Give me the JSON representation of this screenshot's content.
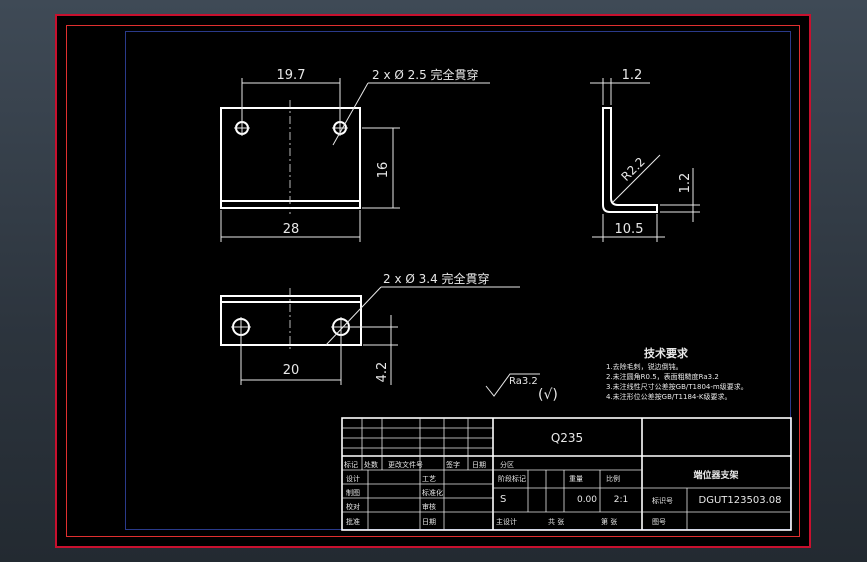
{
  "dimensions": {
    "front_width_top": "19.7",
    "front_holes": "2 x Ø  2.5 完全貫穿",
    "front_height": "16",
    "front_width": "28",
    "side_thickness": "1.2",
    "side_radius": "R2.2",
    "side_flange_height": "1.2",
    "side_leg": "10.5",
    "top_holes": "2 x Ø  3.4 完全貫穿",
    "top_spacing": "20",
    "top_height": "4.2"
  },
  "surface_finish": {
    "roughness": "Ra3.2",
    "rest": "(√)"
  },
  "tech_requirements": {
    "title": "技术要求",
    "items": [
      "1.去除毛刺，锐边倒钝。",
      "2.未注圆角R0.5，表面粗糙度Ra3.2",
      "3.未注线性尺寸公差按GB/T1804-m级要求。",
      "4.未注形位公差按GB/T1184-K级要求。"
    ]
  },
  "title_block": {
    "material": "Q235",
    "part_name": "端位器支架",
    "drawing_no": "DGUT123503.08",
    "mark": "S",
    "weight": "0.00",
    "scale": "2:1",
    "labels": {
      "revision_mark": "标记",
      "count": "处数",
      "change_doc": "更改文件号",
      "signature": "签字",
      "date": "日期",
      "zone": "分区",
      "designer": "设计",
      "standardization": "标准化",
      "drafter": "制图",
      "process": "工艺",
      "checker": "校对",
      "reviewer": "审核",
      "approver": "批准",
      "stage_mark": "阶段标记",
      "weight": "重量",
      "scale": "比例",
      "sheets_total": "共 张",
      "sheet_no": "第 张",
      "part_no_label": "图号",
      "code_label": "标识号",
      "chief_designer": "主设计"
    }
  }
}
